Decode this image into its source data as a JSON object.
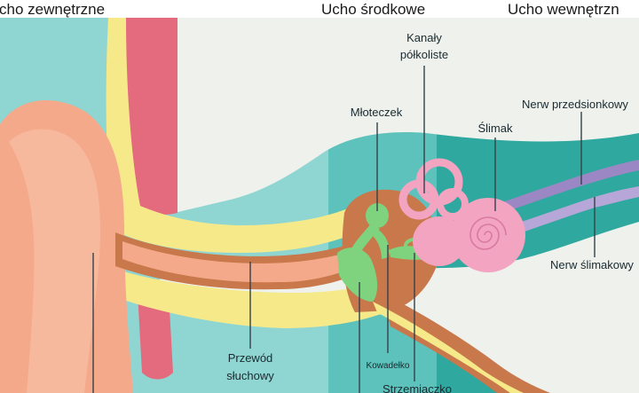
{
  "headers": {
    "outer": "cho zewnętrzne",
    "middle": "Ucho środkowe",
    "inner": "Ucho wewnętrzn"
  },
  "labels": {
    "canals_1": "Kanały",
    "canals_2": "półkoliste",
    "malleus": "Młoteczek",
    "cochlea": "Ślimak",
    "vestibular_nerve": "Nerw przedsionkowy",
    "cochlear_nerve": "Nerw ślimakowy",
    "canal_1": "Przewód",
    "canal_2": "słuchowy",
    "incus": "Kowadełko",
    "stapes": "Strzemiączko"
  },
  "colors": {
    "zone_outer": "#8fd6d2",
    "zone_middle": "#5cc2bb",
    "zone_inner": "#2fa89f",
    "bone": "#eef1ec",
    "skin": "#f4a98a",
    "canal": "#c8784a",
    "cartilage": "#f6e98a",
    "pink": "#e46a7e",
    "ossicles": "#7fd37f",
    "cochlea": "#f3a4c0",
    "nerve": "#9b87c4"
  }
}
